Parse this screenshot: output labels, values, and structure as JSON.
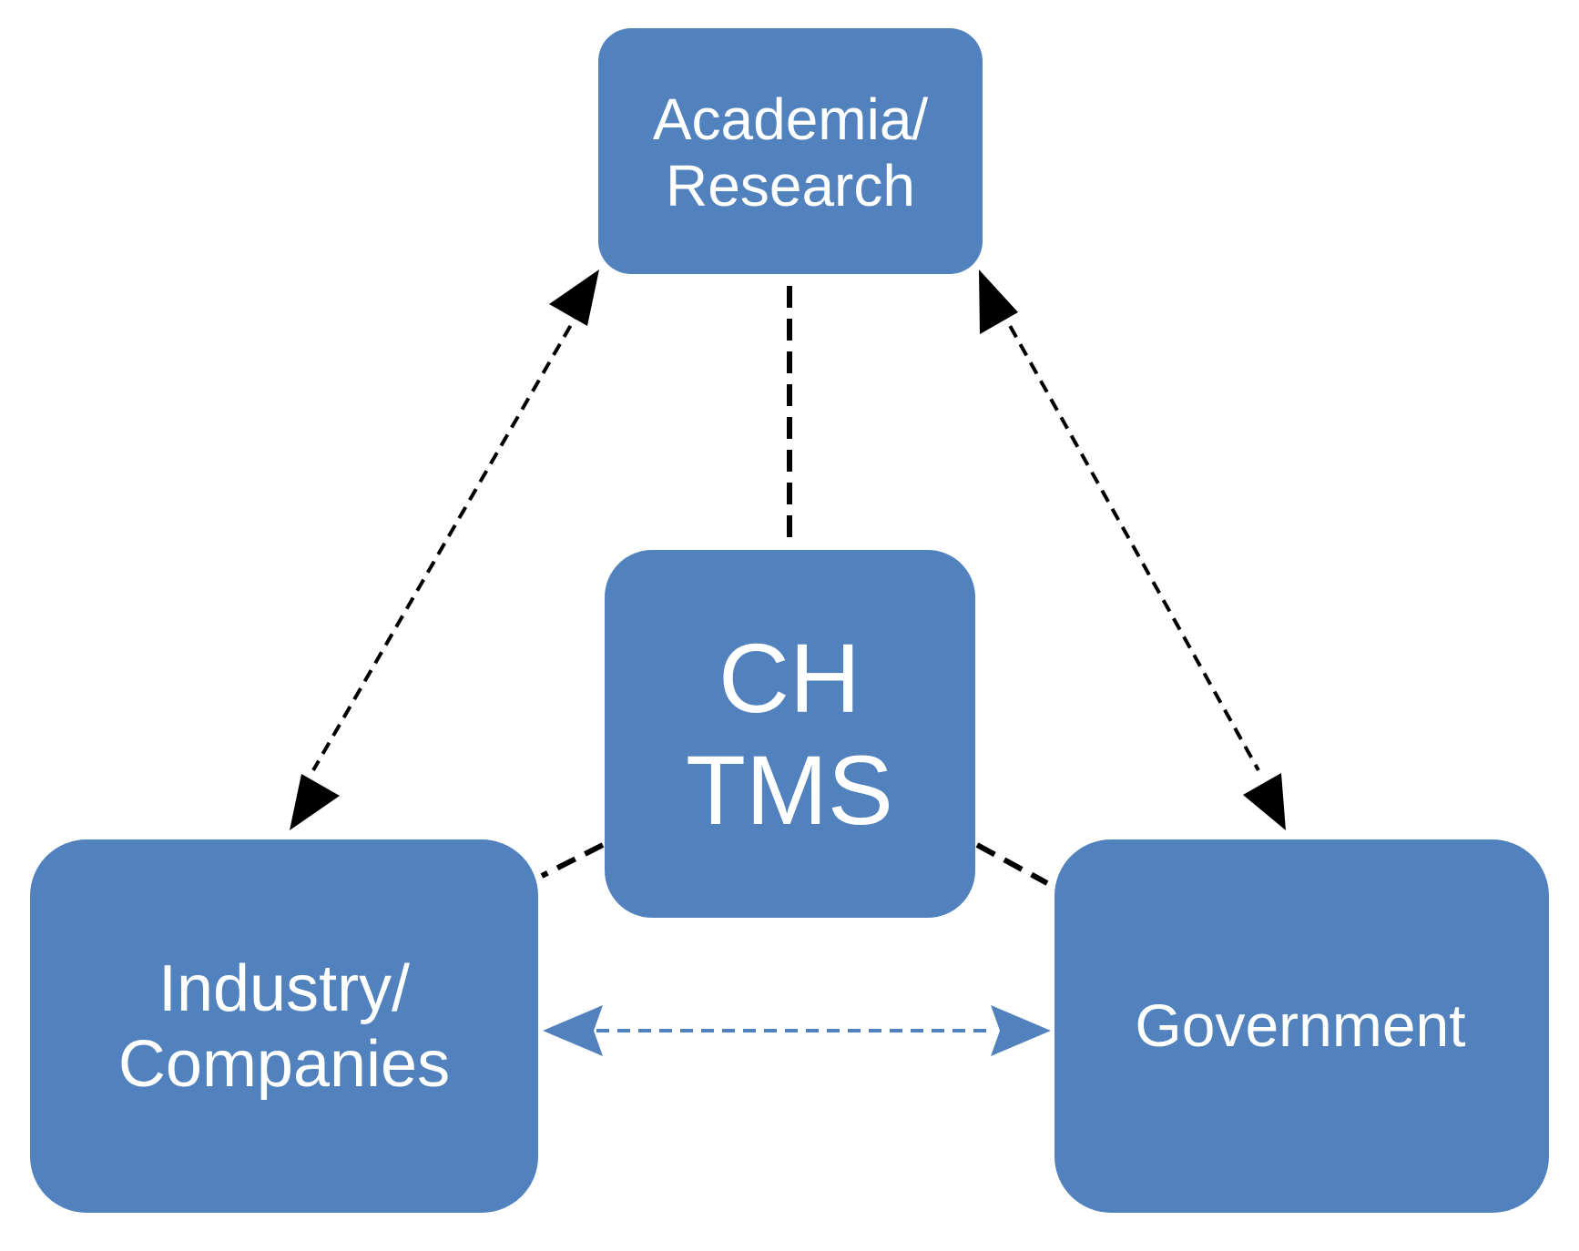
{
  "nodes": {
    "academia": {
      "line1": "Academia/",
      "line2": "Research"
    },
    "center": {
      "line1": "CH",
      "line2": "TMS"
    },
    "industry": {
      "line1": "Industry/",
      "line2": "Companies"
    },
    "government": {
      "label": "Government"
    }
  },
  "colors": {
    "box_fill": "#5182bd",
    "box_text": "#ffffff",
    "dashed_arrow": "#000000",
    "bottom_arrow": "#5182bd"
  },
  "connections": [
    {
      "from": "academia",
      "to": "industry",
      "style": "dashed",
      "direction": "bidirectional",
      "color": "black"
    },
    {
      "from": "academia",
      "to": "government",
      "style": "dashed",
      "direction": "bidirectional",
      "color": "black"
    },
    {
      "from": "industry",
      "to": "government",
      "style": "dashed",
      "direction": "bidirectional",
      "color": "blue"
    },
    {
      "from": "center",
      "to": "academia",
      "style": "dashed",
      "direction": "none",
      "color": "black"
    },
    {
      "from": "center",
      "to": "industry",
      "style": "dashed",
      "direction": "none",
      "color": "black"
    },
    {
      "from": "center",
      "to": "government",
      "style": "dashed",
      "direction": "none",
      "color": "black"
    }
  ]
}
